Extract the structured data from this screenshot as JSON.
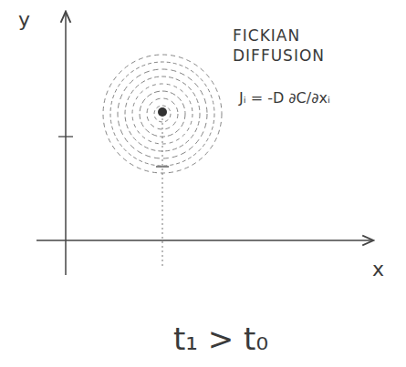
{
  "diagram": {
    "labels": [
      "y",
      "x",
      "FICKIAN DIFFUSION",
      "Jᵢ = -D ∂C/∂xᵢ",
      "t₁ > t₀"
    ]
  }
}
